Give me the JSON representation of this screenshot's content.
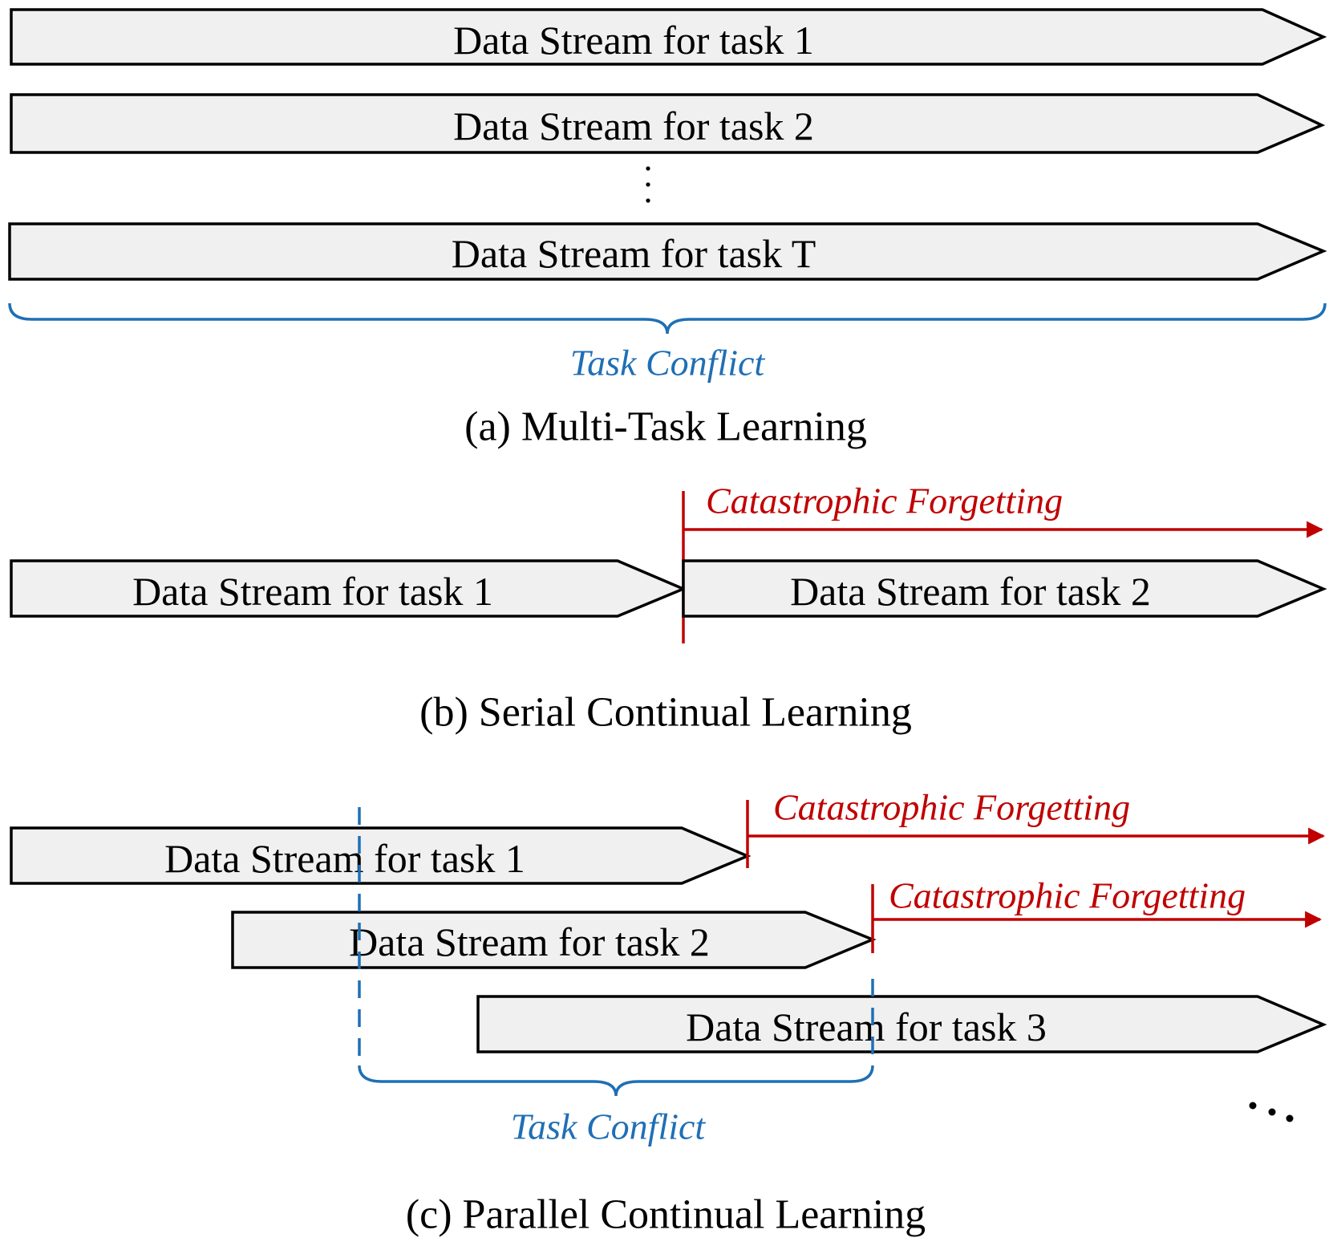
{
  "panel_a": {
    "streams": [
      "Data Stream for task 1",
      "Data Stream for task 2",
      "Data Stream for task T"
    ],
    "conflict_label": "Task Conflict",
    "caption": "(a) Multi-Task Learning"
  },
  "panel_b": {
    "streams": [
      "Data Stream for task 1",
      "Data Stream for task 2"
    ],
    "forgetting_label": "Catastrophic Forgetting",
    "caption": "(b) Serial Continual Learning"
  },
  "panel_c": {
    "streams": [
      "Data Stream for task 1",
      "Data Stream for task 2",
      "Data Stream for task 3"
    ],
    "forgetting_labels": [
      "Catastrophic Forgetting",
      "Catastrophic Forgetting"
    ],
    "conflict_label": "Task Conflict",
    "caption": "(c) Parallel Continual Learning"
  },
  "colors": {
    "conflict": "#1f6fb5",
    "forgetting": "#c00000",
    "stream_fill": "#f0f0f0"
  }
}
